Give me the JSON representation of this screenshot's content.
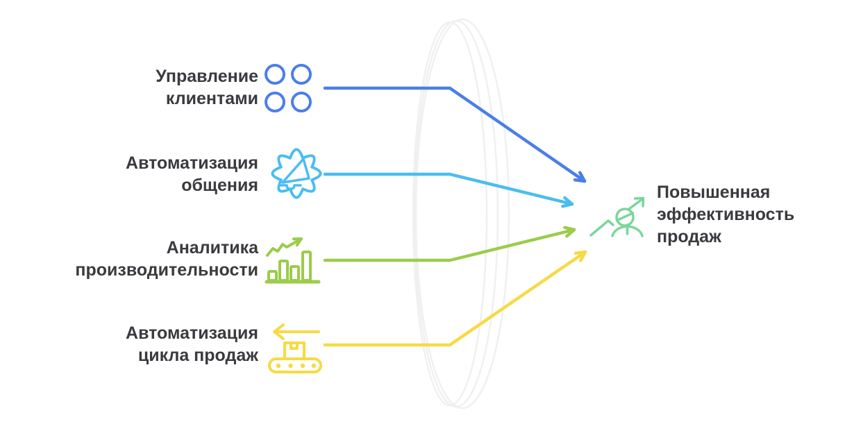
{
  "diagram": {
    "background_color": "#ffffff",
    "lens_color": "#f0f0f0",
    "text_color": "#3a3a3f",
    "items": [
      {
        "lines": [
          "Управление",
          "клиентами"
        ],
        "color": "#4b7eea",
        "icon": "customer-circles-icon"
      },
      {
        "lines": [
          "Автоматизация",
          "общения"
        ],
        "color": "#49bdf1",
        "icon": "gear-megaphone-icon"
      },
      {
        "lines": [
          "Аналитика",
          "производительности"
        ],
        "color": "#9bcc4b",
        "icon": "bar-chart-growth-icon"
      },
      {
        "lines": [
          "Автоматизация",
          "цикла продаж"
        ],
        "color": "#f7da44",
        "icon": "conveyor-belt-icon"
      }
    ],
    "result": {
      "lines": [
        "Повышенная",
        "эффективность",
        "продаж"
      ],
      "color": "#7bd69c",
      "icon": "person-growth-icon"
    }
  }
}
